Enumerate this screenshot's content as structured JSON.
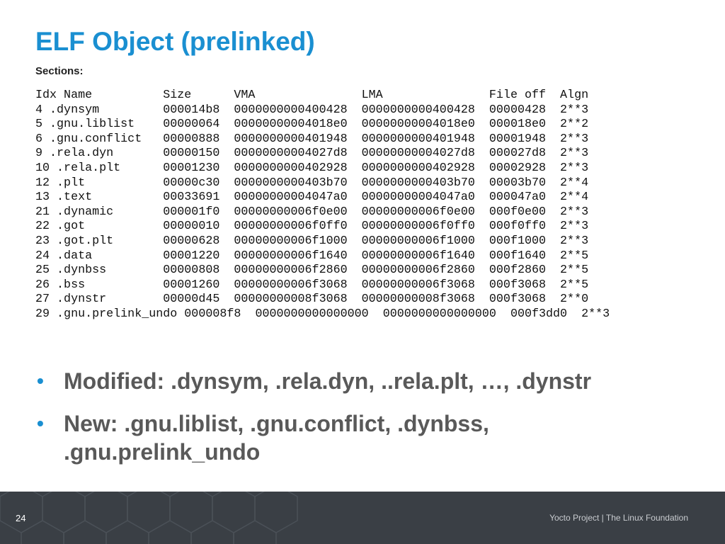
{
  "slide": {
    "title": "ELF Object (prelinked)",
    "sections_label": "Sections:",
    "code_lines": [
      "Idx Name          Size      VMA               LMA               File off  Algn",
      "4 .dynsym         000014b8  0000000000400428  0000000000400428  00000428  2**3",
      "5 .gnu.liblist    00000064  00000000004018e0  00000000004018e0  000018e0  2**2",
      "6 .gnu.conflict   00000888  0000000000401948  0000000000401948  00001948  2**3",
      "9 .rela.dyn       00000150  00000000004027d8  00000000004027d8  000027d8  2**3",
      "10 .rela.plt      00001230  0000000000402928  0000000000402928  00002928  2**3",
      "12 .plt           00000c30  0000000000403b70  0000000000403b70  00003b70  2**4",
      "13 .text          00033691  00000000004047a0  00000000004047a0  000047a0  2**4",
      "21 .dynamic       000001f0  00000000006f0e00  00000000006f0e00  000f0e00  2**3",
      "22 .got           00000010  00000000006f0ff0  00000000006f0ff0  000f0ff0  2**3",
      "23 .got.plt       00000628  00000000006f1000  00000000006f1000  000f1000  2**3",
      "24 .data          00001220  00000000006f1640  00000000006f1640  000f1640  2**5",
      "25 .dynbss        00000808  00000000006f2860  00000000006f2860  000f2860  2**5",
      "26 .bss           00001260  00000000006f3068  00000000006f3068  000f3068  2**5",
      "27 .dynstr        00000d45  00000000008f3068  00000000008f3068  000f3068  2**0",
      "29 .gnu.prelink_undo 000008f8  0000000000000000  0000000000000000  000f3dd0  2**3"
    ],
    "bullets": [
      "Modified: .dynsym, .rela.dyn, ..rela.plt, …, .dynstr",
      "New: .gnu.liblist, .gnu.conflict, .dynbss, .gnu.prelink_undo"
    ],
    "bullet_symbol": "•"
  },
  "footer": {
    "slide_number": "24",
    "text": "Yocto Project | The Linux Foundation"
  },
  "colors": {
    "title": "#1a8fd1",
    "bullet_text": "#595959",
    "footer_bg": "#3a3f45"
  }
}
